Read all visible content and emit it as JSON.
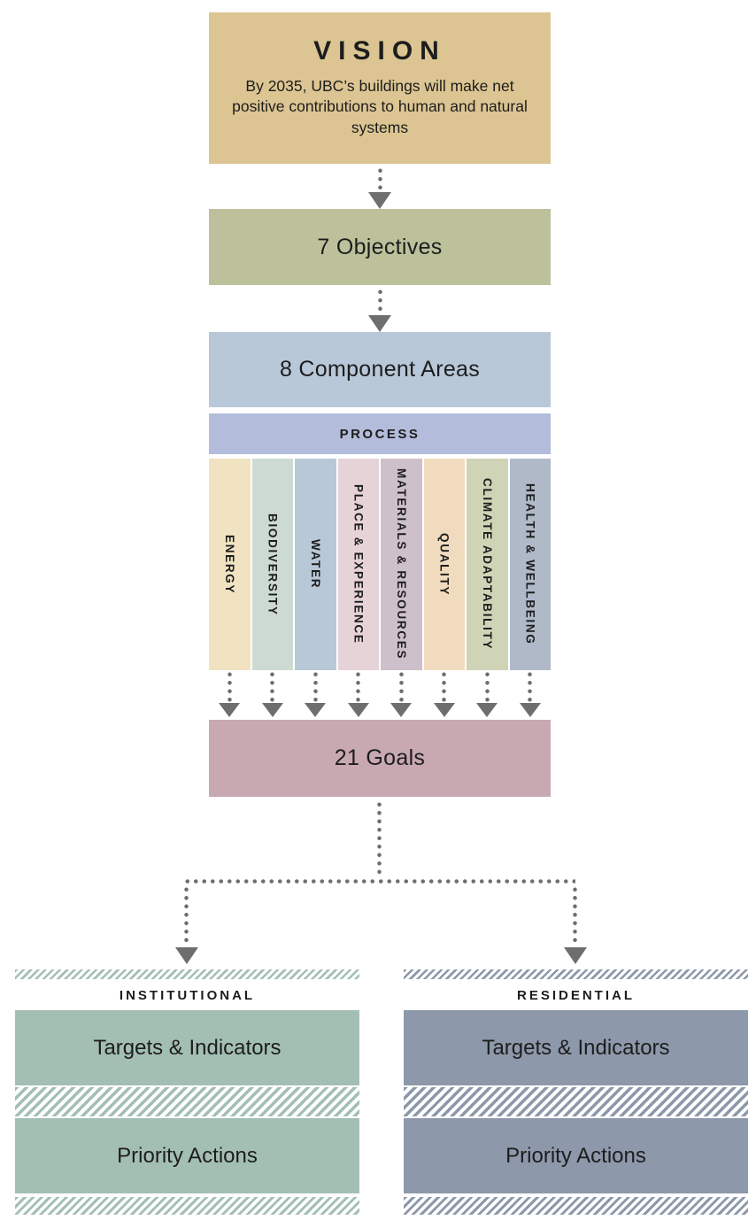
{
  "flow": {
    "vision": {
      "heading": "VISION",
      "body": "By 2035, UBC’s buildings will make net positive contributions to human and natural systems",
      "bg": "#dcc592"
    },
    "objectives": {
      "label": "7 Objectives",
      "bg": "#bcc19c"
    },
    "component_areas": {
      "label": "8 Component Areas",
      "bg": "#b8c8d8"
    },
    "process": {
      "label": "PROCESS",
      "bg": "#b3bcda"
    },
    "components": [
      {
        "label": "ENERGY",
        "bg": "#f1e3c2"
      },
      {
        "label": "BIODIVERSITY",
        "bg": "#cddad1"
      },
      {
        "label": "WATER",
        "bg": "#b9c8d6"
      },
      {
        "label": "PLACE & EXPERIENCE",
        "bg": "#e6d3d7"
      },
      {
        "label": "MATERIALS & RESOURCES",
        "bg": "#cec0ca"
      },
      {
        "label": "QUALITY",
        "bg": "#f1dbbf"
      },
      {
        "label": "CLIMATE ADAPTABILITY",
        "bg": "#cfd4b6"
      },
      {
        "label": "HEALTH & WELLBEING",
        "bg": "#afb9c8"
      }
    ],
    "goals": {
      "label": "21 Goals",
      "bg": "#c8a9b2"
    },
    "arrow_color": "#6e6e6e"
  },
  "streams": [
    {
      "name": "INSTITUTIONAL",
      "bg": "#a3bfb3",
      "targets_label": "Targets & Indicators",
      "actions_label": "Priority Actions"
    },
    {
      "name": "RESIDENTIAL",
      "bg": "#8d98aa",
      "targets_label": "Targets & Indicators",
      "actions_label": "Priority Actions"
    }
  ]
}
